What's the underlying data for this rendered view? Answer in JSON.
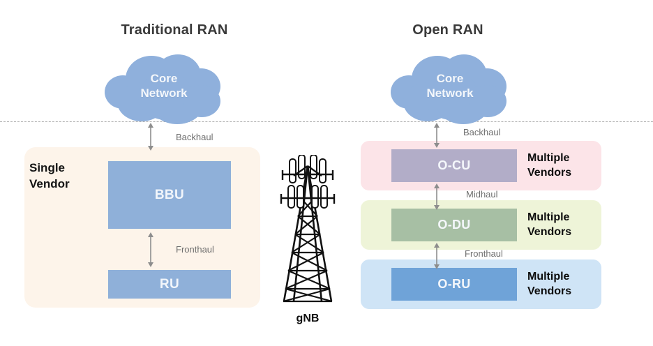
{
  "diagram": {
    "sections": {
      "traditional": {
        "title": "Traditional RAN",
        "cloud_label": "Core\nNetwork",
        "cloud_line1": "Core",
        "cloud_line2": "Network",
        "vendor_label_line1": "Single",
        "vendor_label_line2": "Vendor",
        "backhaul_label": "Backhaul",
        "fronthaul_label": "Fronthaul",
        "units": [
          {
            "name": "BBU",
            "label": "BBU",
            "color": "#8fb0d9"
          },
          {
            "name": "RU",
            "label": "RU",
            "color": "#8fb0d9"
          }
        ],
        "panel_color": "#fdf4ea"
      },
      "open": {
        "title": "Open RAN",
        "cloud_line1": "Core",
        "cloud_line2": "Network",
        "backhaul_label": "Backhaul",
        "midhaul_label": "Midhaul",
        "fronthaul_label": "Fronthaul",
        "layers": [
          {
            "unit_label": "O-CU",
            "vendor_line1": "Multiple",
            "vendor_line2": "Vendors",
            "panel_color": "#fce4e8",
            "unit_color": "#b2adc8"
          },
          {
            "unit_label": "O-DU",
            "vendor_line1": "Multiple",
            "vendor_line2": "Vendors",
            "panel_color": "#eef4d8",
            "unit_color": "#a7bfa4"
          },
          {
            "unit_label": "O-RU",
            "vendor_line1": "Multiple",
            "vendor_line2": "Vendors",
            "panel_color": "#cfe4f6",
            "unit_color": "#6fa3d8"
          }
        ]
      }
    },
    "tower": {
      "label": "gNB",
      "icon": "cell-tower-icon",
      "color": "#111111"
    },
    "colors": {
      "cloud": "#8fb0dc",
      "separator": "#a9a9a9",
      "arrow": "#8d8d8d",
      "title_text": "#3a3a3a",
      "link_label_text": "#6f6f6f"
    }
  }
}
